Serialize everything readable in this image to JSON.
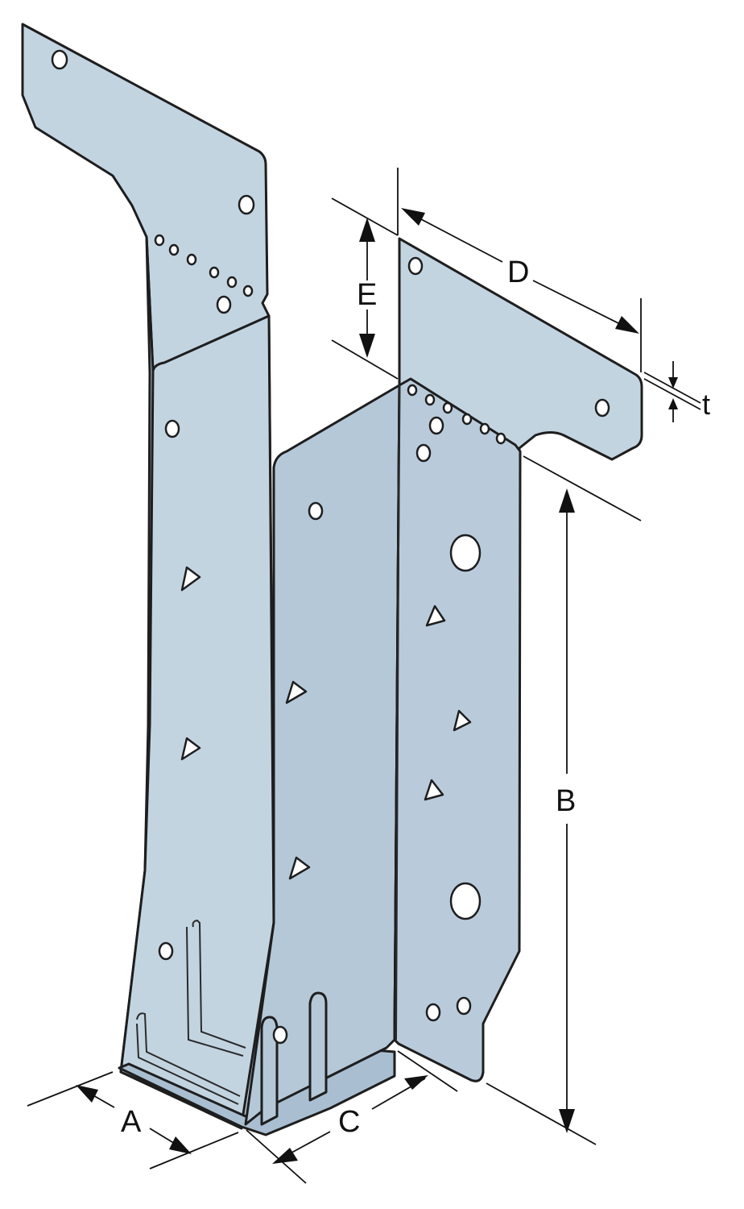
{
  "figure": {
    "labels": {
      "A": "A",
      "B": "B",
      "C": "C",
      "D": "D",
      "E": "E",
      "t": "t"
    },
    "colors": {
      "metal_light": "#c3d4e1",
      "metal_mid": "#b5c8d8",
      "metal_dark": "#a9bfd1",
      "outline": "#1e1e1e",
      "hole": "#ffffff"
    }
  }
}
